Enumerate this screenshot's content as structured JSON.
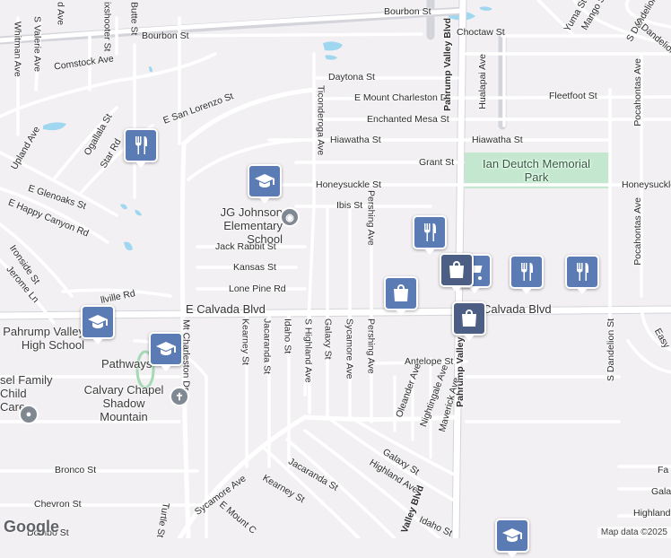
{
  "streets": {
    "bourbon": "Bourbon St",
    "bourbon_west": "Bourbon St",
    "choctaw": "Choctaw St",
    "comstock": "Comstock Ave",
    "daytona": "Daytona St",
    "mt_charleston_dr": "E Mount Charleston Dr",
    "fleetfoot": "Fleetfoot St",
    "san_lorenzo": "E San Lorenzo St",
    "enchanted_mesa": "Enchanted Mesa St",
    "hiawatha_w": "Hiawatha St",
    "hiawatha_e": "Hiawatha St",
    "grant": "Grant St",
    "honeysuckle_w": "Honeysuckle St",
    "honeysuckle_e": "Honeysuckle",
    "ibis": "Ibis St",
    "jack_rabbit": "Jack Rabbit St",
    "kansas": "Kansas St",
    "lone_pine": "Lone Pine Rd",
    "calvada_w": "E Calvada Blvd",
    "calvada_e": "Calvada Blvd",
    "antelope": "Antelope St",
    "bronco": "Bronco St",
    "chevron": "Chevron St",
    "glenoaks": "E Glenoaks St",
    "happy_canyon": "E Happy Canyon Rd",
    "ogallala": "Ogallala St",
    "star_rd": "Star Rd",
    "upland": "Upland Ave",
    "ironside": "Ironside St",
    "jerome": "Jerome Ln",
    "linville": "llville Rd",
    "whitman": "Whitman Ave",
    "valerie": "S Valerie Ave",
    "butte": "Butte St",
    "sixshooter": "ixshooter St",
    "d_ave": "d Ave",
    "ticonderoga": "Ticonderoga Ave",
    "pershing_n": "Pershing Ave",
    "pershing_s": "Pershing Ave",
    "galaxy_v": "Galaxy St",
    "galaxy_d": "Galaxy St",
    "sycamore_v": "Sycamore Ave",
    "sycamore_d": "Sycamore Ave",
    "highland_v": "S Highland Ave",
    "highland_d": "Highland Ave",
    "idaho_v": "Idaho St",
    "idaho_d": "Idaho St",
    "jacaranda_v": "Jacaranda St",
    "jacaranda_d": "Jacaranda St",
    "kearney_v": "Kearney St",
    "kearney_d": "Kearney St",
    "mt_charleston_v": "Mt Charleston Dr",
    "mt_charleston_d": "E Mount C",
    "turtle": "Turtle St",
    "pahrump_n": "Pahrump Valley Blvd",
    "pahrump_s": "Pahrump Valley Blvd",
    "pahrump_sw": "Valley Blvd",
    "hualapai": "Hualapai Ave",
    "pocahontas_n": "Pocahontas Ave",
    "pocahontas_s": "Pocahontas Ave",
    "dandelion_n": "S Dandelion St",
    "dandelion_n2": "S Dandelion St",
    "dandelion_s": "S Dandelion St",
    "oleander": "Oleander Ave",
    "nightingale": "Nightingale Ave",
    "maverick": "Maverick Ave",
    "mango": "Mango St",
    "yuma": "Yuma St",
    "easy": "Easy",
    "fa": "Fa",
    "gala": "Gala",
    "highlando": "Highland",
    "dombo": "Dombo St"
  },
  "places": {
    "park": "Ian Deutch Memorial Park",
    "jg_johnson": "JG Johnson Elementary School",
    "pahrump_high": "Pahrump Valley High School",
    "pathways": "Pathways",
    "calvary": "Calvary Chapel Shadow Mountain",
    "family_care": "sel Family Child Care"
  },
  "markers": [
    {
      "name": "restaurant-marker-1",
      "icon": "fork-knife-icon"
    },
    {
      "name": "school-marker-jg",
      "icon": "graduation-cap-icon"
    },
    {
      "name": "restaurant-marker-2",
      "icon": "fork-knife-icon"
    },
    {
      "name": "shopping-marker-1",
      "icon": "shopping-bag-icon"
    },
    {
      "name": "shopping-marker-2",
      "icon": "shopping-bag-icon"
    },
    {
      "name": "shopping-cart-marker",
      "icon": "shopping-cart-icon"
    },
    {
      "name": "restaurant-marker-3",
      "icon": "fork-knife-icon"
    },
    {
      "name": "restaurant-marker-4",
      "icon": "fork-knife-icon"
    },
    {
      "name": "shopping-marker-3",
      "icon": "shopping-bag-icon"
    },
    {
      "name": "school-marker-high",
      "icon": "graduation-cap-icon"
    },
    {
      "name": "school-marker-pathways",
      "icon": "graduation-cap-icon"
    },
    {
      "name": "school-marker-se",
      "icon": "graduation-cap-icon"
    }
  ],
  "google_logo": "Google",
  "attribution": "Map data ©2025",
  "colors": {
    "background": "#f2f0f3",
    "road": "#ffffff",
    "road_edge": "#c9cad1",
    "park": "#c4e8cf",
    "water": "#9fd6f0",
    "marker": "#5b7bb5"
  }
}
